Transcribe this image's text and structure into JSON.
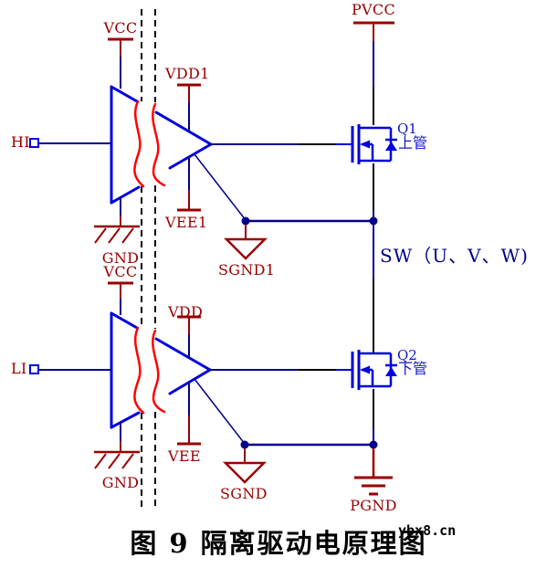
{
  "diagram_type": "isolated-gate-driver-schematic",
  "colors": {
    "symbol_blue": "#0000dd",
    "wire_navy": "#00008b",
    "power_maroon": "#990000",
    "isolation_red": "#ff0000",
    "line_black": "#000000",
    "background": "#ffffff"
  },
  "channels": [
    {
      "input_port": "HI",
      "vcc": "VCC",
      "vdd": "VDD1",
      "vee": "VEE1",
      "gnd": "GND",
      "sgnd": "SGND1"
    },
    {
      "input_port": "LI",
      "vcc": "VCC",
      "vdd": "VDD",
      "vee": "VEE",
      "gnd": "GND",
      "sgnd": "SGND"
    }
  ],
  "output_stage": {
    "pvcc": "PVCC",
    "pgnd": "PGND",
    "sw_node": "SW（U、V、W)",
    "q1_ref": "Q1",
    "q1_desc": "上管",
    "q2_ref": "Q2",
    "q2_desc": "下管"
  },
  "caption": "图 9 隔离驱动电原理图",
  "watermark": "ybx8.cn"
}
